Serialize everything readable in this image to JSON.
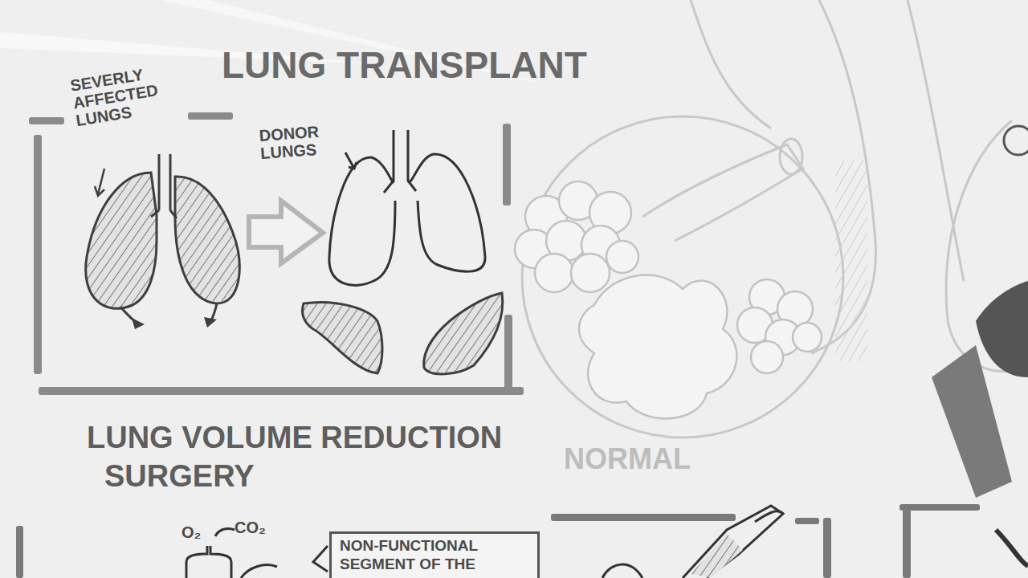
{
  "diagram": {
    "title": "LUNG TRANSPLANT",
    "nodes": [
      {
        "text": [
          "NON-FUNCTIONAL SEGMENT OF THE"
        ]
      }
    ],
    "labels": [
      "SEVERLY AFFECTED LUNGS",
      "DONOR LUNGS",
      "NORMAL",
      "LUNG VOLUME REDUCTION SURGERY",
      "O₂",
      "CO₂"
    ]
  }
}
